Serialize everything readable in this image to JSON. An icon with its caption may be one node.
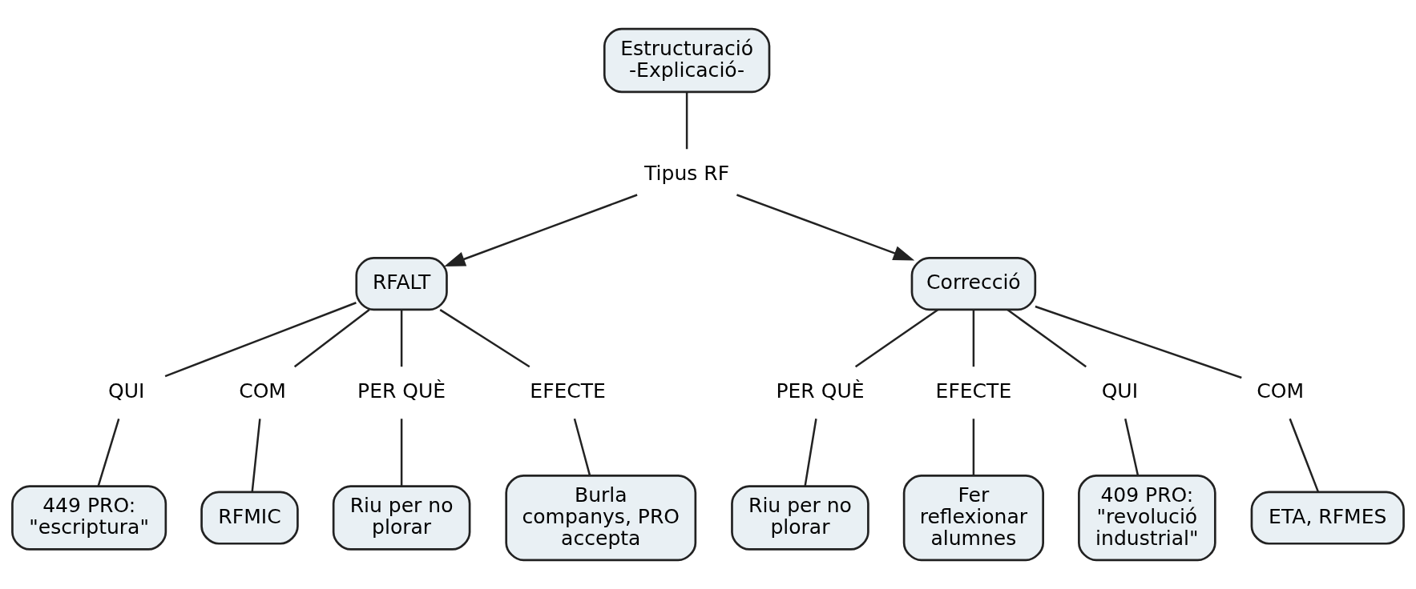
{
  "diagram": {
    "nodes": [
      {
        "text": [
          "Estructuració -Explicació-"
        ]
      },
      {
        "text": [
          "Tipus RF"
        ]
      },
      {
        "text": [
          "RFALT"
        ]
      },
      {
        "text": [
          "Correcció"
        ]
      },
      {
        "text": [
          "QUI"
        ]
      },
      {
        "text": [
          "COM"
        ]
      },
      {
        "text": [
          "PER QUÈ"
        ]
      },
      {
        "text": [
          "EFECTE"
        ]
      },
      {
        "text": [
          "PER QUÈ"
        ]
      },
      {
        "text": [
          "EFECTE"
        ]
      },
      {
        "text": [
          "QUI"
        ]
      },
      {
        "text": [
          "COM"
        ]
      },
      {
        "text": [
          "449 PRO: \"escriptura\""
        ]
      },
      {
        "text": [
          "RFMIC"
        ]
      },
      {
        "text": [
          "Riu per no plorar"
        ]
      },
      {
        "text": [
          "Burla companys, PRO accepta"
        ]
      },
      {
        "text": [
          "Riu per no plorar"
        ]
      },
      {
        "text": [
          "Fer reflexionar alumnes"
        ]
      },
      {
        "text": [
          "409 PRO: \"revolució industrial\""
        ]
      },
      {
        "text": [
          "ETA, RFMES"
        ]
      }
    ],
    "edges": [
      {
        "from": 0,
        "to": 1,
        "arrow": "none"
      },
      {
        "from": 1,
        "to": 2,
        "arrow": "to"
      },
      {
        "from": 1,
        "to": 3,
        "arrow": "to"
      },
      {
        "from": 2,
        "to": 4,
        "arrow": "none"
      },
      {
        "from": 2,
        "to": 5,
        "arrow": "none"
      },
      {
        "from": 2,
        "to": 6,
        "arrow": "none"
      },
      {
        "from": 2,
        "to": 7,
        "arrow": "none"
      },
      {
        "from": 3,
        "to": 8,
        "arrow": "none"
      },
      {
        "from": 3,
        "to": 9,
        "arrow": "none"
      },
      {
        "from": 3,
        "to": 10,
        "arrow": "none"
      },
      {
        "from": 3,
        "to": 11,
        "arrow": "none"
      },
      {
        "from": 4,
        "to": 12,
        "arrow": "none"
      },
      {
        "from": 5,
        "to": 13,
        "arrow": "none"
      },
      {
        "from": 6,
        "to": 14,
        "arrow": "none"
      },
      {
        "from": 7,
        "to": 15,
        "arrow": "none"
      },
      {
        "from": 8,
        "to": 16,
        "arrow": "none"
      },
      {
        "from": 9,
        "to": 17,
        "arrow": "none"
      },
      {
        "from": 10,
        "to": 18,
        "arrow": "none"
      },
      {
        "from": 11,
        "to": 19,
        "arrow": "none"
      }
    ]
  }
}
